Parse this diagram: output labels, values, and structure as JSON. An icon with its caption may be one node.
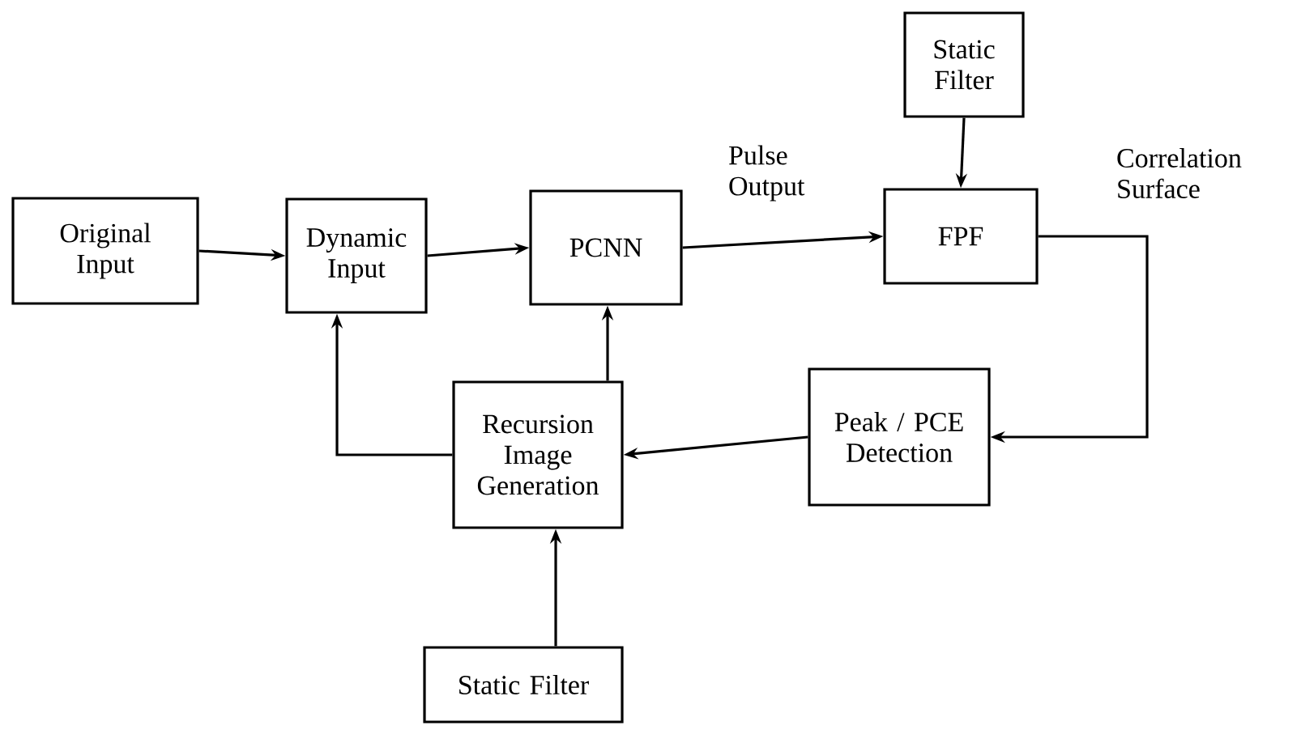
{
  "diagram": {
    "nodes": [
      {
        "text": [
          "Original Input"
        ]
      },
      {
        "text": [
          "Dynamic Input"
        ]
      },
      {
        "text": [
          "PCNN"
        ]
      },
      {
        "text": [
          "Static Filter"
        ]
      },
      {
        "text": [
          "FPF"
        ]
      },
      {
        "text": [
          "Peak / PCE Detection"
        ]
      },
      {
        "text": [
          "Recursion Image Generation"
        ]
      },
      {
        "text": [
          "Static Filter"
        ]
      }
    ],
    "edges": [
      {
        "from": 0,
        "to": 1,
        "arrow": "to"
      },
      {
        "from": 1,
        "to": 2,
        "arrow": "to"
      },
      {
        "from": 2,
        "to": 4,
        "arrow": "to",
        "label": "Pulse Output"
      },
      {
        "from": 3,
        "to": 4,
        "arrow": "to"
      },
      {
        "from": 4,
        "to": 5,
        "arrow": "to",
        "label": "Correlation Surface"
      },
      {
        "from": 5,
        "to": 6,
        "arrow": "to"
      },
      {
        "from": 6,
        "to": 1,
        "arrow": "to"
      },
      {
        "from": 6,
        "to": 2,
        "arrow": "to"
      },
      {
        "from": 7,
        "to": 6,
        "arrow": "to"
      }
    ]
  }
}
